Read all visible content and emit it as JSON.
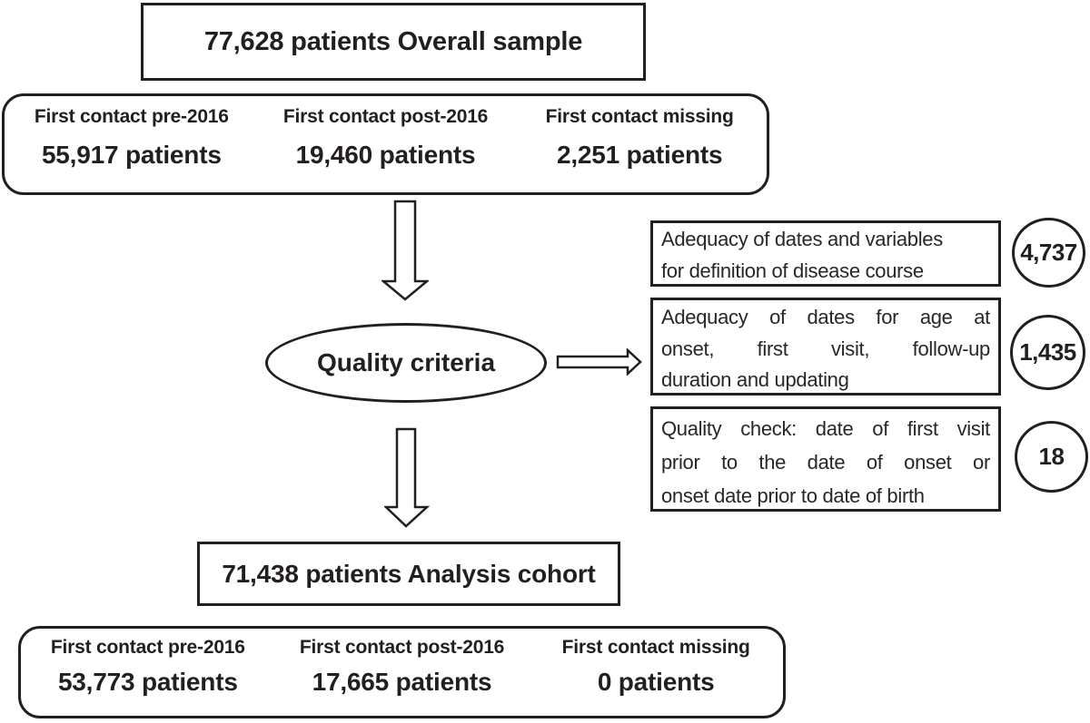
{
  "palette": {
    "ink": "#231f20",
    "background": "#ffffff"
  },
  "overall_box": {
    "label": "77,628 patients Overall sample"
  },
  "pre_filter_box": {
    "columns": [
      {
        "header": "First contact pre-2016",
        "value": "55,917 patients"
      },
      {
        "header": "First contact post-2016",
        "value": "19,460 patients"
      },
      {
        "header": "First contact missing",
        "value": "2,251 patients"
      }
    ]
  },
  "quality_ellipse": {
    "label": "Quality criteria"
  },
  "exclusions": [
    {
      "lines": [
        "Adequacy of dates and variables",
        "for definition of disease course"
      ],
      "count": "4,737"
    },
    {
      "lines": [
        "Adequacy of dates for age at",
        "onset, first visit, follow-up",
        "duration and updating"
      ],
      "count": "1,435"
    },
    {
      "lines": [
        "Quality check: date of first visit",
        "prior to the date of onset or",
        "onset date prior to date of birth"
      ],
      "count": "18"
    }
  ],
  "analysis_box": {
    "label": "71,438 patients Analysis cohort"
  },
  "post_filter_box": {
    "columns": [
      {
        "header": "First contact pre-2016",
        "value": "53,773 patients"
      },
      {
        "header": "First contact post-2016",
        "value": "17,665 patients"
      },
      {
        "header": "First contact missing",
        "value": "0 patients"
      }
    ]
  }
}
